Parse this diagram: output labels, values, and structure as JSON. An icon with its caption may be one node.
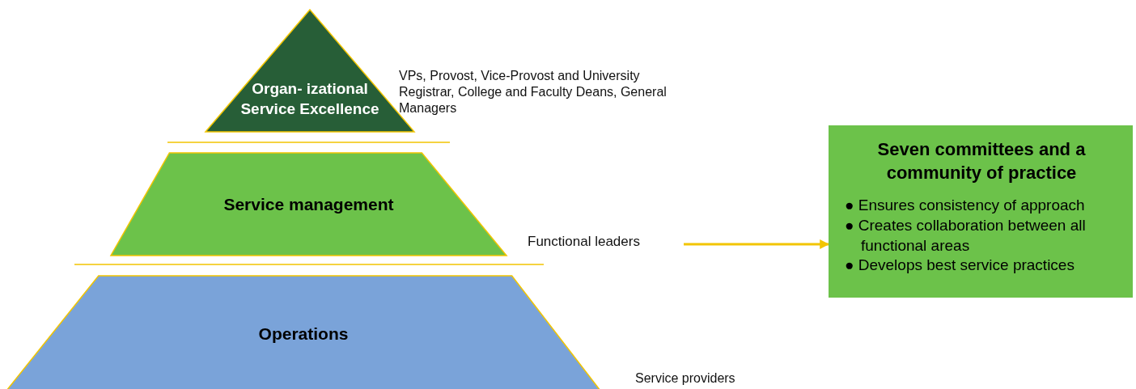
{
  "diagram": {
    "nodes": [
      {
        "text": [
          "Organ- izational Service Excellence"
        ],
        "beside": [
          "VPs, Provost, Vice-Provost and University Registrar, College and Faculty Deans, General Managers"
        ]
      },
      {
        "text": [
          "Service management"
        ]
      },
      {
        "text": [
          "Functional leaders"
        ]
      },
      {
        "text": [
          "Operations"
        ],
        "beside": [
          "Service providers"
        ]
      },
      {
        "text": [
          "Seven committees and a community of practice",
          "● Ensures consistency of approach",
          "● Creates collaboration between all functional areas",
          "● Develops best service practices"
        ]
      }
    ],
    "edges": [
      {
        "from": 2,
        "to": 4,
        "arrow": "to",
        "color": "#f2c500"
      }
    ]
  }
}
